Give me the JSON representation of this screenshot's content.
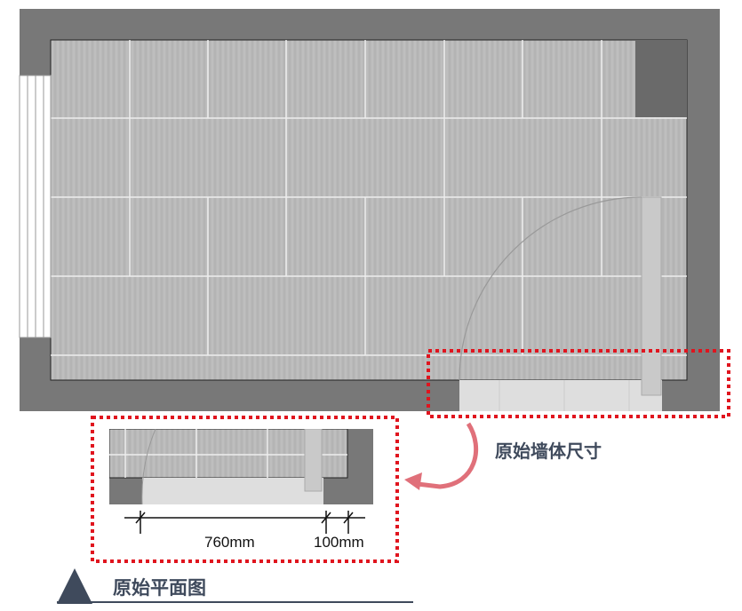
{
  "labels": {
    "wall_size_callout": "原始墙体尺寸",
    "section_title": "原始平面图"
  },
  "dimensions": {
    "door_opening": "760mm",
    "wall_stub": "100mm"
  },
  "colors": {
    "wall": "#787878",
    "floor": "#b9b9b9",
    "highlight": "#e0141e",
    "title": "#3f4a5c"
  }
}
